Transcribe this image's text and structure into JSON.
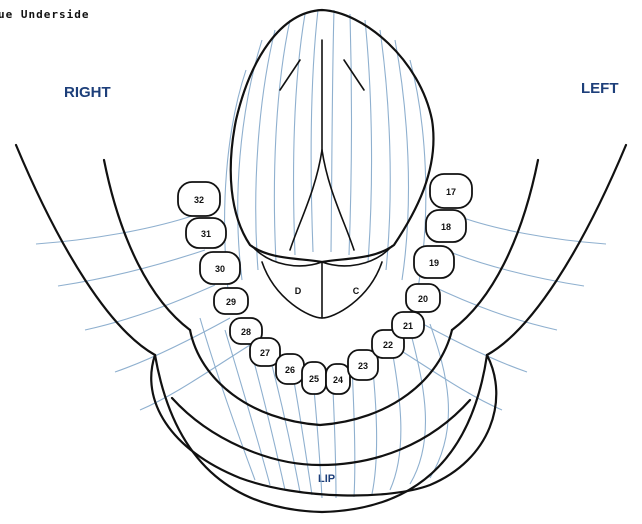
{
  "header": {
    "title": "ue Underside"
  },
  "labels": {
    "right": "RIGHT",
    "left": "LEFT",
    "lip": "LIP",
    "gland_left": "D",
    "gland_right": "C"
  },
  "teeth": [
    {
      "label": "32"
    },
    {
      "label": "31"
    },
    {
      "label": "30"
    },
    {
      "label": "29"
    },
    {
      "label": "28"
    },
    {
      "label": "27"
    },
    {
      "label": "26"
    },
    {
      "label": "25"
    },
    {
      "label": "24"
    },
    {
      "label": "23"
    },
    {
      "label": "22"
    },
    {
      "label": "21"
    },
    {
      "label": "20"
    },
    {
      "label": "19"
    },
    {
      "label": "18"
    },
    {
      "label": "17"
    }
  ],
  "colors": {
    "grid": "#8fb0cf",
    "outline": "#111111",
    "label": "#1d3f7a"
  }
}
